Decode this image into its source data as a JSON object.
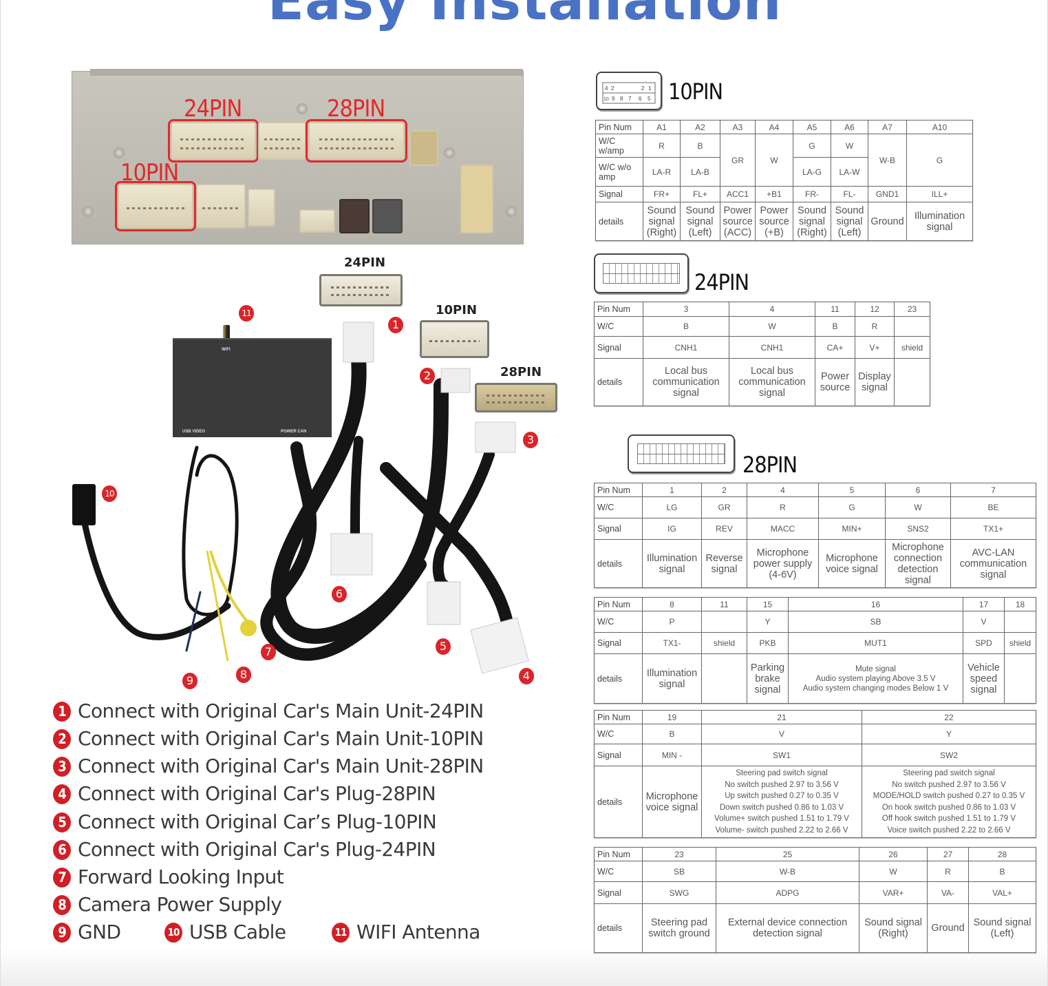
{
  "page": {
    "title": "Easy Installation",
    "colors": {
      "title": "#4a72c4",
      "accent_red": "#d9252a",
      "module": "#3a3a3a"
    }
  },
  "head_unit": {
    "labels": [
      "24PIN",
      "28PIN",
      "10PIN"
    ]
  },
  "harness_photo": {
    "connector_labels": {
      "pin24": "24PIN",
      "pin10": "10PIN",
      "pin28": "28PIN"
    },
    "module": {
      "wifi_label": "WIFI",
      "usb_video_label": "USB VIDEO",
      "power_can_label": "POWER CAN"
    },
    "badges": [
      "1",
      "2",
      "3",
      "4",
      "5",
      "6",
      "7",
      "8",
      "9",
      "10",
      "11"
    ]
  },
  "legend": [
    {
      "num": "1",
      "text": "Connect with Original Car's Main Unit-24PIN"
    },
    {
      "num": "2",
      "text": "Connect with Original Car's Main Unit-10PIN"
    },
    {
      "num": "3",
      "text": "Connect with Original Car's Main Unit-28PIN"
    },
    {
      "num": "4",
      "text": "Connect with Original Car's Plug-28PIN"
    },
    {
      "num": "5",
      "text": "Connect with Original Car’s Plug-10PIN"
    },
    {
      "num": "6",
      "text": "Connect with Original Car's Plug-24PIN"
    },
    {
      "num": "7",
      "text": "Forward Looking Input"
    },
    {
      "num": "8",
      "text": "Camera Power Supply"
    },
    {
      "num": "9",
      "text": "GND"
    },
    {
      "num": "10",
      "text": "USB Cable"
    },
    {
      "num": "11",
      "text": "WIFI Antenna"
    }
  ],
  "pin10": {
    "title": "10PIN",
    "row_labels": {
      "pin": "Pin Num",
      "wc": "W/C",
      "wc_amp": "W/C w/amp",
      "wc_noamp": "W/C w/o amp",
      "signal": "Signal",
      "details": "details"
    },
    "pins": [
      "A1",
      "A2",
      "A3",
      "A4",
      "A5",
      "A6",
      "A7",
      "A10"
    ],
    "wc_amp": [
      "R",
      "B",
      "GR",
      "W",
      "G",
      "W",
      "W-B",
      "G"
    ],
    "wc_noamp": [
      "LA-R",
      "LA-B",
      "",
      "",
      "LA-G",
      "LA-W",
      "",
      ""
    ],
    "signal": [
      "FR+",
      "FL+",
      "ACC1",
      "+B1",
      "FR-",
      "FL-",
      "GND1",
      "ILL+"
    ],
    "details": [
      "Sound signal (Right)",
      "Sound signal (Left)",
      "Power source (ACC)",
      "Power source (+B)",
      "Sound signal (Right)",
      "Sound signal (Left)",
      "Ground",
      "Illumination signal"
    ],
    "diagram_numbers": [
      "4",
      "2",
      "2",
      "1",
      "10",
      "9",
      "8",
      "7",
      "6",
      "5"
    ]
  },
  "pin24": {
    "title": "24PIN",
    "pins": [
      "3",
      "4",
      "11",
      "12",
      "23"
    ],
    "wc": [
      "B",
      "W",
      "B",
      "R",
      ""
    ],
    "signal": [
      "CNH1",
      "CNH1",
      "CA+",
      "V+",
      "shield"
    ],
    "details": [
      "Local bus communication signal",
      "Local bus communication signal",
      "Power source",
      "Display signal",
      ""
    ]
  },
  "pin28": {
    "title": "28PIN",
    "tables": [
      {
        "pins": [
          "1",
          "2",
          "4",
          "5",
          "6",
          "7"
        ],
        "wc": [
          "LG",
          "GR",
          "R",
          "G",
          "W",
          "BE"
        ],
        "signal": [
          "IG",
          "REV",
          "MACC",
          "MIN+",
          "SNS2",
          "TX1+"
        ],
        "details": [
          "Illumination signal",
          "Reverse signal",
          "Microphone power supply (4-6V)",
          "Microphone voice signal",
          "Microphone connection detection signal",
          "AVC-LAN communication signal"
        ]
      },
      {
        "pins": [
          "8",
          "11",
          "15",
          "16",
          "17",
          "18"
        ],
        "wc": [
          "P",
          "",
          "Y",
          "SB",
          "V",
          ""
        ],
        "signal": [
          "TX1-",
          "shield",
          "PKB",
          "MUT1",
          "SPD",
          "shield"
        ],
        "details": [
          "Illumination signal",
          "",
          "Parking brake signal",
          "Mute signal\nAudio system playing Above 3.5 V\nAudio system changing modes Below 1 V",
          "Vehicle speed signal",
          ""
        ]
      },
      {
        "pins": [
          "19",
          "21",
          "22"
        ],
        "wc": [
          "B",
          "V",
          "Y"
        ],
        "signal": [
          "MIN -",
          "SW1",
          "SW2"
        ],
        "details": [
          "Microphone voice signal",
          "Steering pad switch signal\nNo switch pushed 2.97 to 3.56 V\nUp switch pushed 0.27 to 0.35 V\nDown switch pushed 0.86 to 1.03 V\nVolume+ switch pushed 1.51 to 1.79 V\nVolume- switch pushed 2.22 to 2.66 V",
          "Steering pad switch signal\nNo switch pushed 2.97 to 3.56 V\nMODE/HOLD switch pushed 0.27 to 0.35 V\nOn hook switch pushed 0.86 to 1.03 V\nOff hook switch pushed 1.51 to 1.79 V\nVoice switch pushed 2.22 to 2.66 V"
        ]
      },
      {
        "pins": [
          "23",
          "25",
          "26",
          "27",
          "28"
        ],
        "wc": [
          "SB",
          "W-B",
          "W",
          "R",
          "B"
        ],
        "signal": [
          "SWG",
          "ADPG",
          "VAR+",
          "VA-",
          "VAL+"
        ],
        "details": [
          "Steering pad switch ground",
          "External device connection detection signal",
          "Sound signal (Right)",
          "Ground",
          "Sound signal (Left)"
        ]
      }
    ]
  }
}
